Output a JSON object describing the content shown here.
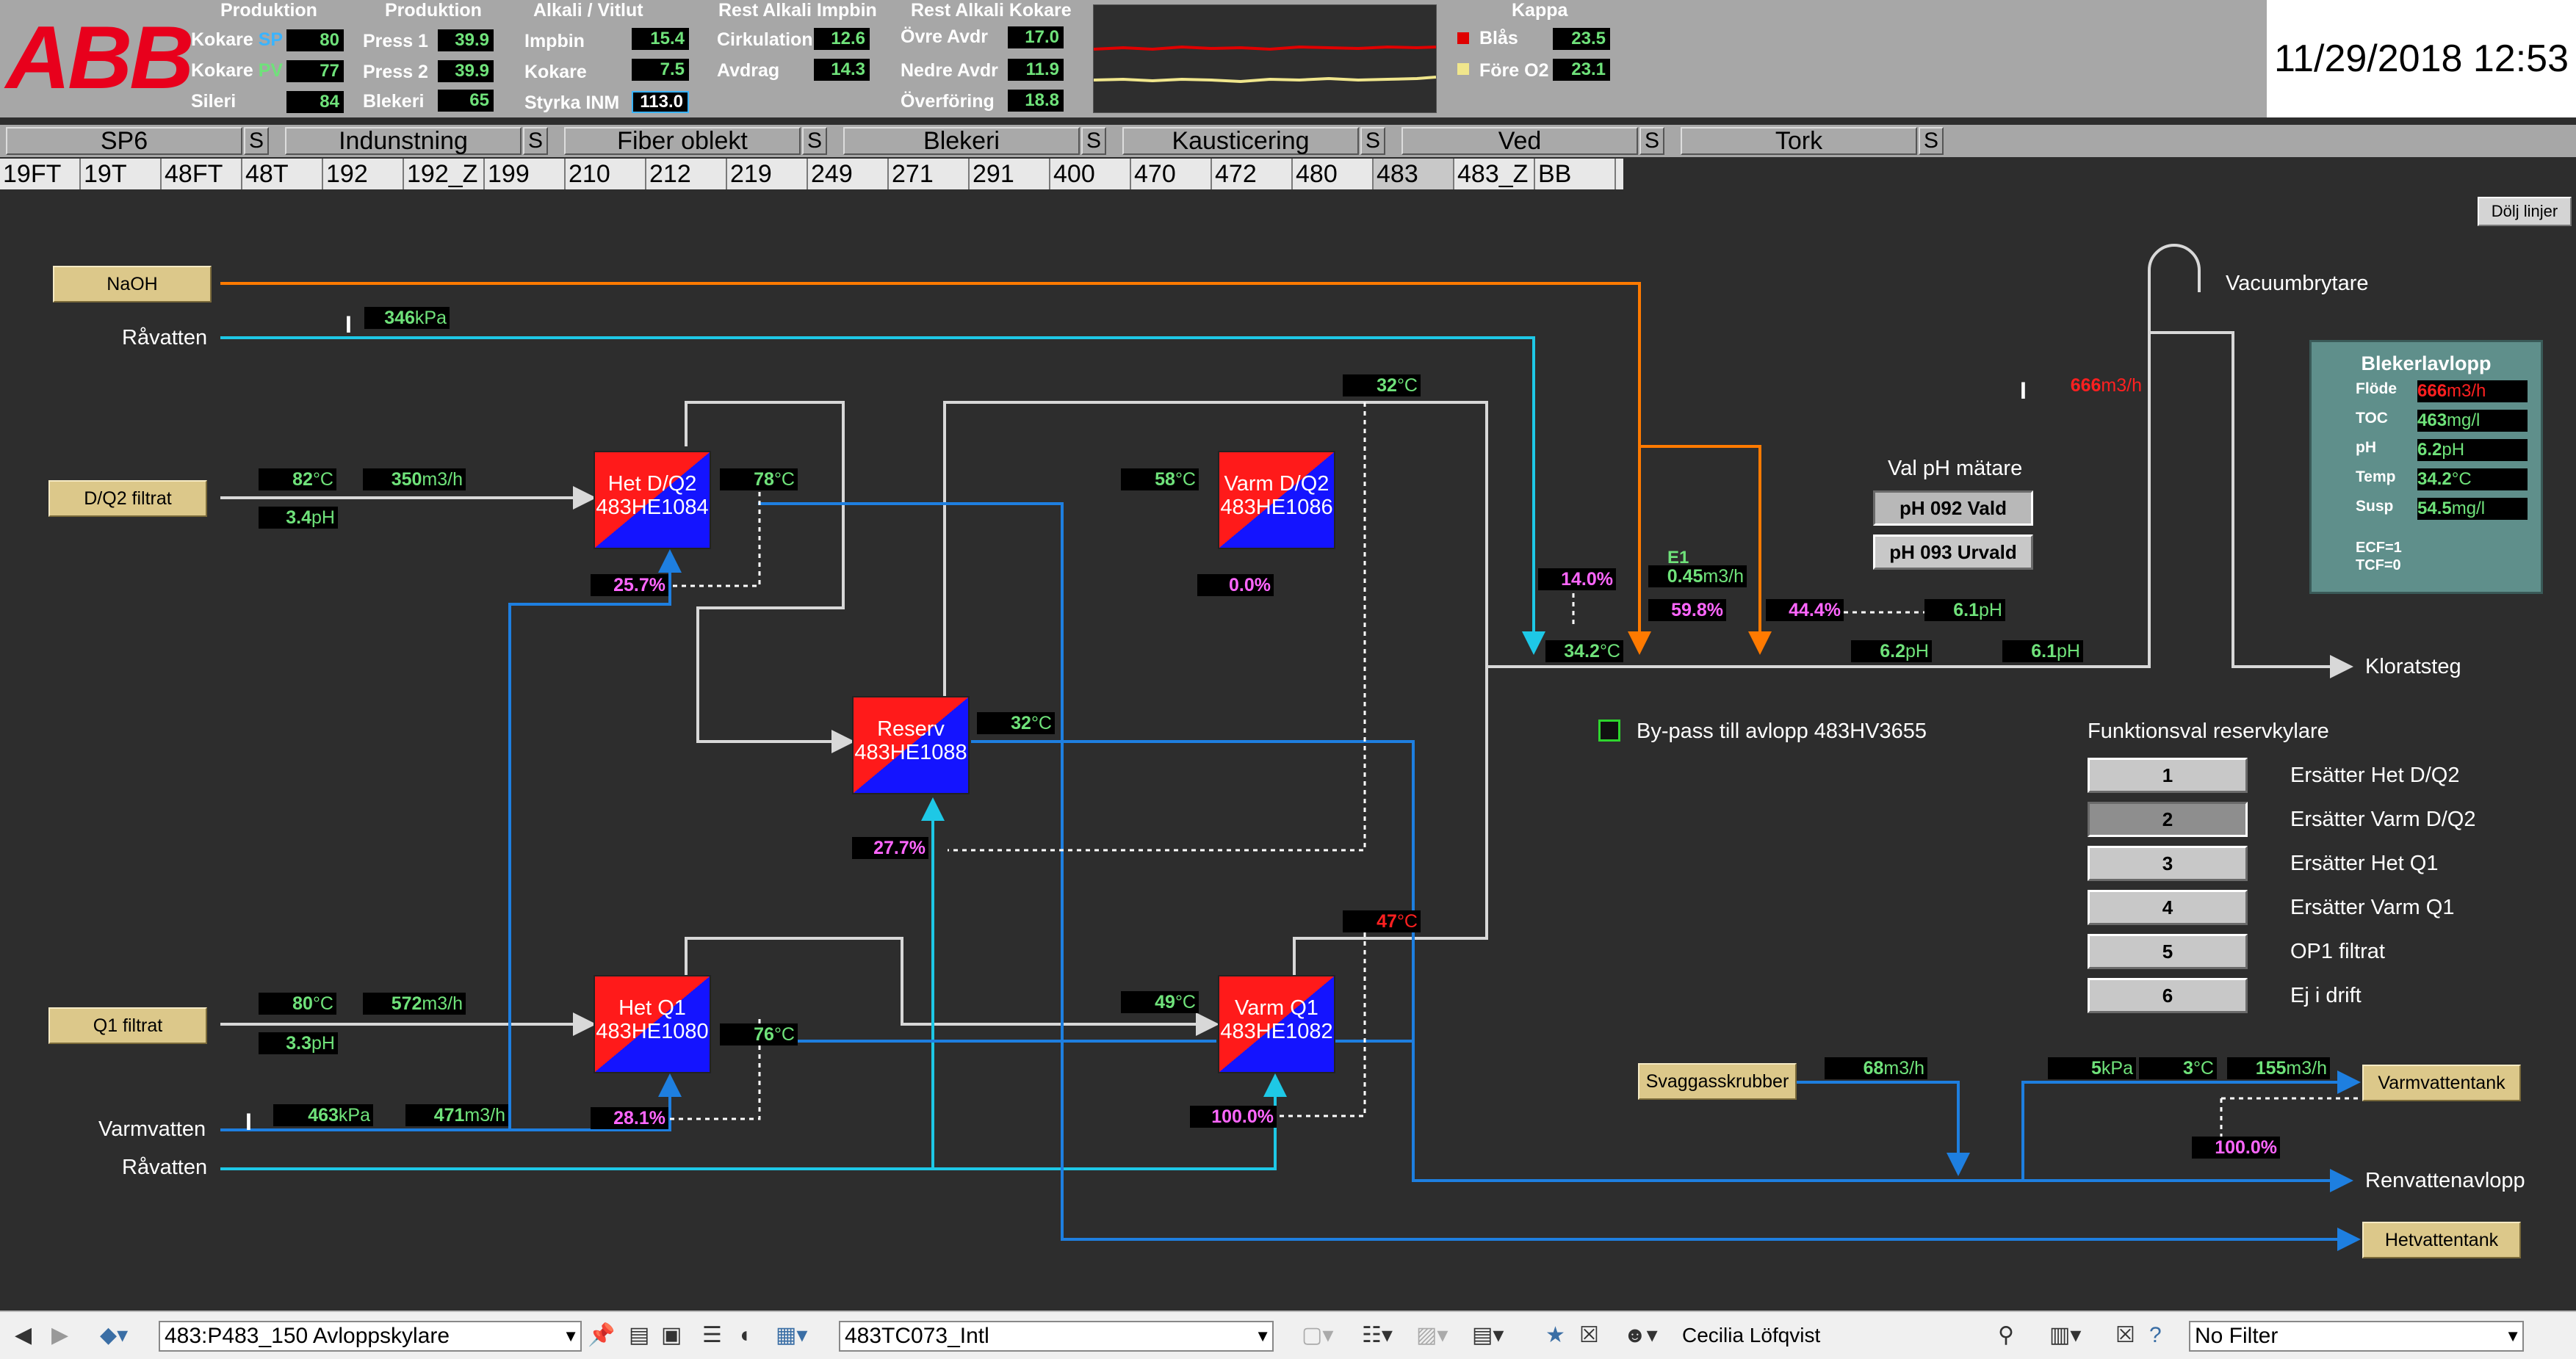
{
  "logo": "ABB",
  "header": {
    "produktion1": {
      "title": "Produktion",
      "rows": [
        {
          "label": "Kokare",
          "tag": "SP",
          "value": "80"
        },
        {
          "label": "Kokare",
          "tag": "PV",
          "value": "77"
        },
        {
          "label": "Sileri",
          "value": "84"
        }
      ]
    },
    "produktion2": {
      "title": "Produktion",
      "rows": [
        {
          "label": "Press 1",
          "value": "39.9"
        },
        {
          "label": "Press 2",
          "value": "39.9"
        },
        {
          "label": "Blekeri",
          "value": "65"
        }
      ]
    },
    "alkali": {
      "title": "Alkali / Vitlut",
      "rows": [
        {
          "label": "Impbin",
          "value": "15.4"
        },
        {
          "label": "Kokare",
          "value": "7.5"
        },
        {
          "label": "Styrka INM",
          "value": "113.0"
        }
      ]
    },
    "rest_impbin": {
      "title": "Rest Alkali Impbin",
      "rows": [
        {
          "label": "Cirkulation",
          "value": "12.6"
        },
        {
          "label": "Avdrag",
          "value": "14.3"
        }
      ]
    },
    "rest_kokare": {
      "title": "Rest Alkali Kokare",
      "rows": [
        {
          "label": "Övre Avdr",
          "value": "17.0"
        },
        {
          "label": "Nedre Avdr",
          "value": "11.9"
        },
        {
          "label": "Överföring",
          "value": "18.8"
        }
      ]
    },
    "kappa": {
      "title": "Kappa",
      "rows": [
        {
          "label": "Blås",
          "value": "23.5"
        },
        {
          "label": "Före O2",
          "value": "23.1"
        }
      ]
    },
    "datetime": "11/29/2018 12:53"
  },
  "colors": {
    "tag_sp": "#3ab4ff",
    "tag_pv": "#6fe27a",
    "kappa_blas": "#e00000",
    "kappa_fore": "#f0e68c",
    "trend_red": "#e00000",
    "trend_yellow": "#f0e68c",
    "pipe_orange": "#ff7a00",
    "pipe_cyan": "#1ec8e6",
    "pipe_blue": "#1e7fe0",
    "pipe_white": "#d8d8d8"
  },
  "nav": {
    "tabs": [
      "SP6",
      "Indunstning",
      "Fiber oblekt",
      "Blekeri",
      "Kausticering",
      "Ved",
      "Tork"
    ],
    "s_label": "S"
  },
  "subnav": {
    "tabs": [
      "19FT",
      "19T",
      "48FT",
      "48T",
      "192",
      "192_Z",
      "199",
      "210",
      "212",
      "219",
      "249",
      "271",
      "291",
      "400",
      "470",
      "472",
      "480",
      "483",
      "483_Z",
      "BB"
    ],
    "selected": "483"
  },
  "dolj_label": "Dölj linjer",
  "sources": {
    "naoh": "NaOH",
    "dq2": "D/Q2 filtrat",
    "q1": "Q1 filtrat",
    "svagg": "Svaggasskrubber",
    "varmtank": "Varmvattentank",
    "hettank": "Hetvattentank"
  },
  "labels": {
    "ravatten": "Råvatten",
    "varmvatten": "Varmvatten",
    "ravatten2": "Råvatten",
    "vacuum": "Vacuumbrytare",
    "kloratsteg": "Kloratsteg",
    "renvatten": "Renvattenavlopp",
    "bypass": "By-pass till avlopp 483HV3655",
    "val_ph": "Val pH mätare",
    "funk": "Funktionsval reservkylare",
    "e1": "E1"
  },
  "exchangers": {
    "het_dq2": [
      "Het D/Q2",
      "483HE1084"
    ],
    "varm_dq2": [
      "Varm D/Q2",
      "483HE1086"
    ],
    "reserv": [
      "Reserv",
      "483HE1088"
    ],
    "het_q1": [
      "Het Q1",
      "483HE1080"
    ],
    "varm_q1": [
      "Varm Q1",
      "483HE1082"
    ]
  },
  "values": {
    "rav_kpa": [
      "346",
      "kPa"
    ],
    "dq2_temp": [
      "82",
      "°C"
    ],
    "dq2_flow": [
      "350",
      "m3/h"
    ],
    "dq2_ph": [
      "3.4",
      "pH"
    ],
    "het_dq2_out": [
      "78",
      "°C"
    ],
    "het_dq2_pct": [
      "25.7",
      "%"
    ],
    "varm_dq2_in": [
      "58",
      "°C"
    ],
    "varm_dq2_pct": [
      "0.0",
      "%"
    ],
    "top_temp": [
      "32",
      "°C"
    ],
    "reserv_temp": [
      "32",
      "°C"
    ],
    "reserv_pct": [
      "27.7",
      "%"
    ],
    "q1_temp": [
      "80",
      "°C"
    ],
    "q1_flow": [
      "572",
      "m3/h"
    ],
    "q1_ph": [
      "3.3",
      "pH"
    ],
    "het_q1_out": [
      "76",
      "°C"
    ],
    "het_q1_pct": [
      "28.1",
      "%"
    ],
    "varm_q1_in": [
      "49",
      "°C"
    ],
    "varm_q1_top": [
      "47",
      "°C"
    ],
    "varm_q1_pct": [
      "100.0",
      "%"
    ],
    "varm_kpa": [
      "463",
      "kPa"
    ],
    "varm_flow": [
      "471",
      "m3/h"
    ],
    "pct_14": [
      "14.0",
      "%"
    ],
    "mix_temp": [
      "34.2",
      "°C"
    ],
    "e1_flow": [
      "0.45",
      "m3/h"
    ],
    "pct_598": [
      "59.8",
      "%"
    ],
    "pct_444": [
      "44.4",
      "%"
    ],
    "ph_61a": [
      "6.1",
      "pH"
    ],
    "ph_62": [
      "6.2",
      "pH"
    ],
    "ph_61b": [
      "6.1",
      "pH"
    ],
    "red_flow": [
      "666",
      "m3/h"
    ],
    "svagg_flow": [
      "68",
      "m3/h"
    ],
    "vt_kpa": [
      "5",
      "kPa"
    ],
    "vt_temp": [
      "3",
      "°C"
    ],
    "vt_flow": [
      "155",
      "m3/h"
    ],
    "vt_pct": [
      "100.0",
      "%"
    ]
  },
  "ph_buttons": [
    "pH 092 Vald",
    "pH 093 Urvald"
  ],
  "funk_buttons": [
    {
      "n": "1",
      "label": "Ersätter Het D/Q2"
    },
    {
      "n": "2",
      "label": "Ersätter Varm D/Q2"
    },
    {
      "n": "3",
      "label": "Ersätter Het Q1"
    },
    {
      "n": "4",
      "label": "Ersätter Varm Q1"
    },
    {
      "n": "5",
      "label": "OP1 filtrat"
    },
    {
      "n": "6",
      "label": "Ej i drift"
    }
  ],
  "blekerlavlopp": {
    "title": "Blekerlavlopp",
    "rows": [
      {
        "label": "Flöde",
        "value": "666",
        "unit": "m3/h",
        "color": "#ff2020"
      },
      {
        "label": "TOC",
        "value": "463",
        "unit": "mg/l",
        "color": "#6fe27a"
      },
      {
        "label": "pH",
        "value": "6.2",
        "unit": "pH",
        "color": "#6fe27a"
      },
      {
        "label": "Temp",
        "value": "34.2",
        "unit": "°C",
        "color": "#6fe27a"
      },
      {
        "label": "Susp",
        "value": "54.5",
        "unit": "mg/l",
        "color": "#6fe27a"
      }
    ],
    "note1": "ECF=1",
    "note2": "TCF=0"
  },
  "statusbar": {
    "display": "483:P483_150 Avloppskylare",
    "object": "483TC073_Intl",
    "user": "Cecilia Löfqvist",
    "filter": "No Filter"
  }
}
